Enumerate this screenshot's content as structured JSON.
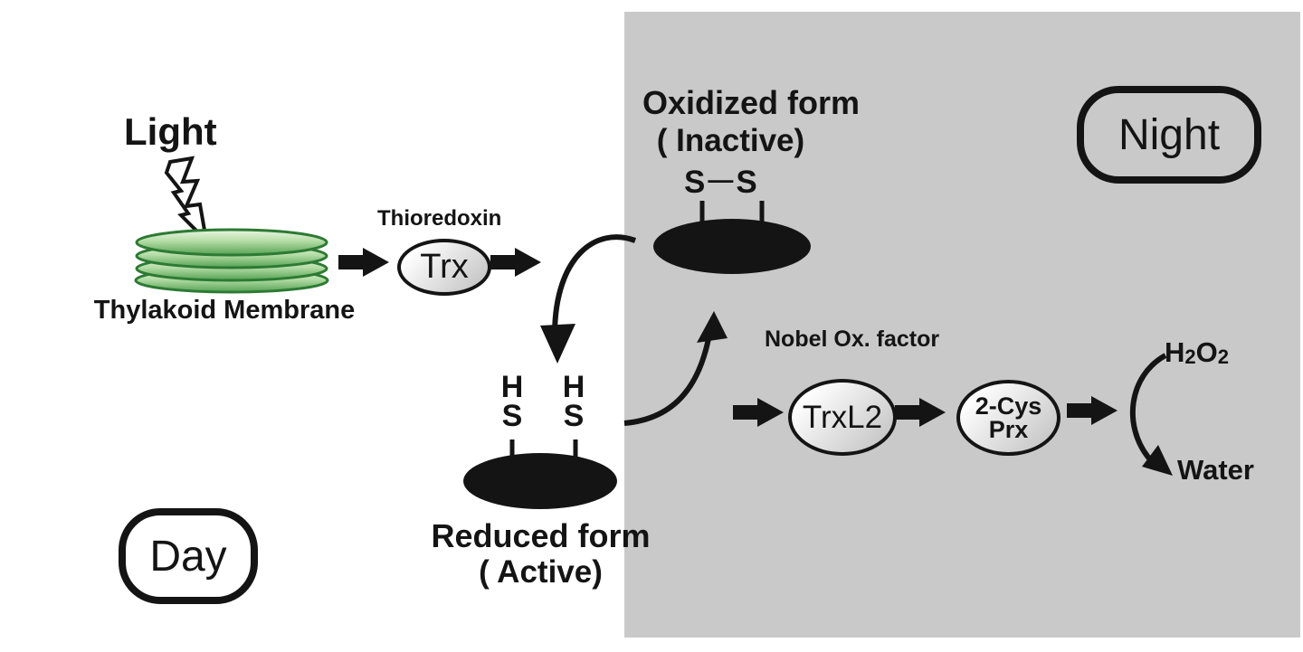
{
  "badges": {
    "day": "Day",
    "night": "Night"
  },
  "light": {
    "label": "Light"
  },
  "membrane": {
    "label": "Thylakoid Membrane"
  },
  "thioredoxin": {
    "caption": "Thioredoxin",
    "oval_label": "Trx"
  },
  "oxidized_form": {
    "title": "Oxidized form",
    "subtitle": "( Inactive)",
    "bond": {
      "left": "S",
      "dash": "—",
      "right": "S"
    }
  },
  "reduced_form": {
    "title": "Reduced form",
    "subtitle": "( Active)",
    "thiol_left": {
      "h": "H",
      "s": "S"
    },
    "thiol_right": {
      "h": "H",
      "s": "S"
    }
  },
  "night_pathway": {
    "caption": "Nobel Ox. factor",
    "trxl2_label": "TrxL2",
    "prx": {
      "line1": "2-Cys",
      "line2": "Prx"
    },
    "h2o2": {
      "p1": "H",
      "p2": "2",
      "p3": "O",
      "p4": "2"
    },
    "water": "Water"
  },
  "colors": {
    "night_bg": "#c9c9c9",
    "day_bg": "#ffffff",
    "ink": "#141414",
    "disk_stroke": "#2c7a33",
    "disk_light": "#eaf6e4",
    "disk_mid": "#b5dda6",
    "disk_dark": "#55a255",
    "oval_light": "#ffffff",
    "oval_dark": "#c2c2c2"
  }
}
